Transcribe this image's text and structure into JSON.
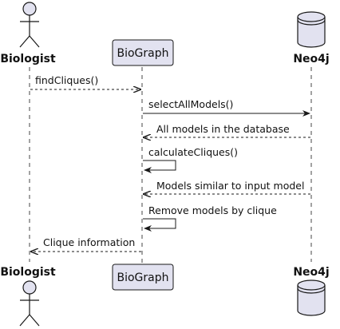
{
  "participants": {
    "biologist": {
      "name": "Biologist",
      "kind": "actor"
    },
    "biograph": {
      "name": "BioGraph",
      "kind": "participant"
    },
    "neo4j": {
      "name": "Neo4j",
      "kind": "database"
    }
  },
  "messages": [
    {
      "from": "biologist",
      "to": "biograph",
      "label": "findCliques()",
      "style": "dashed"
    },
    {
      "from": "biograph",
      "to": "neo4j",
      "label": "selectAllModels()",
      "style": "solid"
    },
    {
      "from": "neo4j",
      "to": "biograph",
      "label": "All models in the database",
      "style": "dashed"
    },
    {
      "from": "biograph",
      "to": "biograph",
      "label": "calculateCliques()",
      "style": "self"
    },
    {
      "from": "neo4j",
      "to": "biograph",
      "label": "Models similar to input model",
      "style": "dashed"
    },
    {
      "from": "biograph",
      "to": "biograph",
      "label": "Remove models by clique",
      "style": "self"
    },
    {
      "from": "biograph",
      "to": "biologist",
      "label": "Clique information",
      "style": "dashed"
    }
  ],
  "colors": {
    "participant_fill": "#e2e2f0",
    "participant_stroke": "#181818",
    "lifeline": "#181818",
    "arrow": "#181818"
  }
}
